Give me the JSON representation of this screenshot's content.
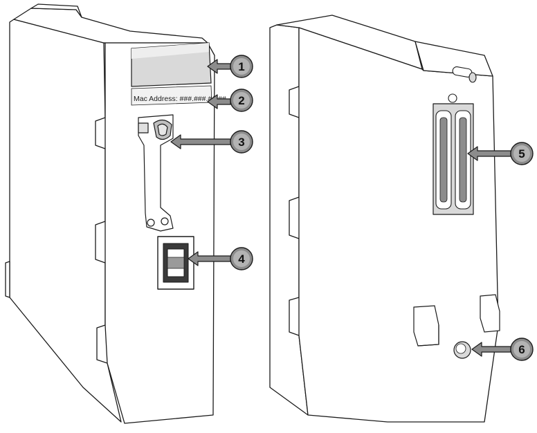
{
  "figure": {
    "left_module": {
      "mac_label": "Mac Address: ###.###.##.##"
    },
    "callouts": [
      {
        "number": "1",
        "target": "display-window"
      },
      {
        "number": "2",
        "target": "mac-address-label"
      },
      {
        "number": "3",
        "target": "locking-latch"
      },
      {
        "number": "4",
        "target": "ethernet-port"
      },
      {
        "number": "5",
        "target": "backplane-connectors"
      },
      {
        "number": "6",
        "target": "ground-screw"
      }
    ],
    "colors": {
      "line": "#1a1a1a",
      "body": "#ffffff",
      "callout_fill": "#8c8c8c",
      "arrow_fill": "#8c8c8c"
    }
  }
}
